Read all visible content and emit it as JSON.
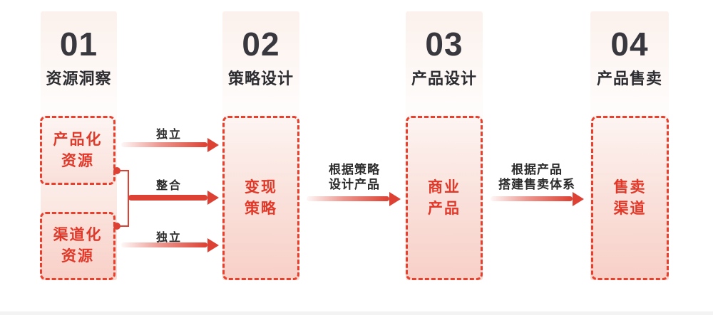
{
  "colors": {
    "accent_red": "#e0392a",
    "dashed_border_red": "#e8402c",
    "arrow_red": "#dc4133",
    "number_dark": "#38383e",
    "strip_gradient_top": "#fcf1ec",
    "strip_gradient_bottom": "#f9dbd4"
  },
  "steps": [
    {
      "number": "01",
      "title": "资源洞察",
      "boxes": [
        {
          "line1": "产品化",
          "line2": "资源"
        },
        {
          "line1": "渠道化",
          "line2": "资源"
        }
      ]
    },
    {
      "number": "02",
      "title": "策略设计",
      "boxes": [
        {
          "line1": "变现",
          "line2": "策略"
        }
      ]
    },
    {
      "number": "03",
      "title": "产品设计",
      "boxes": [
        {
          "line1": "商业",
          "line2": "产品"
        }
      ]
    },
    {
      "number": "04",
      "title": "产品售卖",
      "boxes": [
        {
          "line1": "售卖",
          "line2": "渠道"
        }
      ]
    }
  ],
  "arrows": {
    "independent_top": "独立",
    "integrate": "整合",
    "independent_bottom": "独立",
    "strategy_to_product": {
      "line1": "根据策略",
      "line2": "设计产品"
    },
    "product_to_sales": {
      "line1": "根据产品",
      "line2": "搭建售卖体系"
    }
  }
}
